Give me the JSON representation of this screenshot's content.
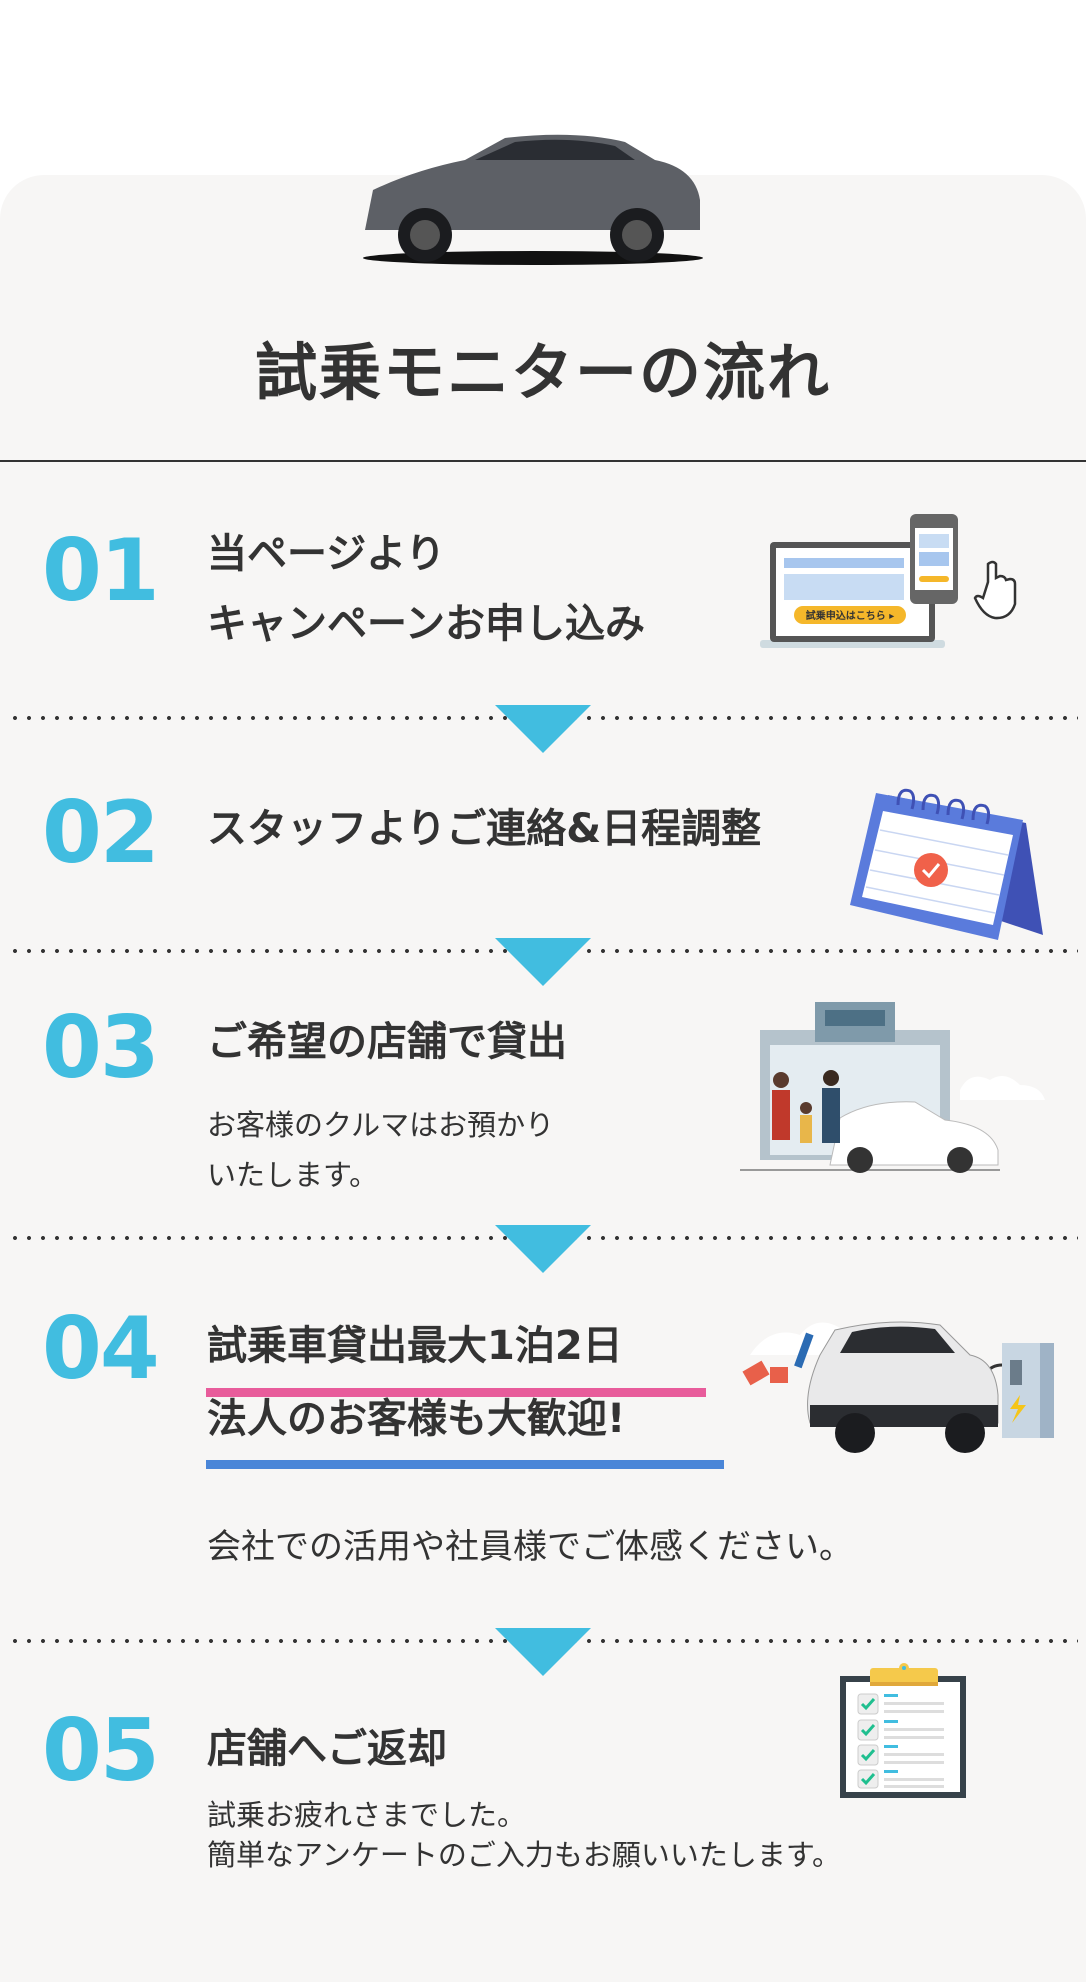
{
  "title": "試乗モニターの流れ",
  "steps": [
    {
      "number": "01",
      "title_lines": [
        "当ページより",
        "キャンペーンお申し込み"
      ],
      "illustration_button": "試乗申込はこちら ▸"
    },
    {
      "number": "02",
      "title": "スタッフよりご連絡&日程調整"
    },
    {
      "number": "03",
      "title": "ご希望の店舗で貸出",
      "description_lines": [
        "お客様のクルマはお預かり",
        "いたします。"
      ]
    },
    {
      "number": "04",
      "title_lines": [
        "試乗車貸出最大1泊2日",
        "法人のお客様も大歓迎!"
      ],
      "description": "会社での活用や社員様でご体感ください。"
    },
    {
      "number": "05",
      "title": "店舗へご返却",
      "description_lines": [
        "試乗お疲れさまでした。",
        "簡単なアンケートのご入力もお願いいたします。"
      ]
    }
  ],
  "colors": {
    "accent": "#41bde0",
    "pink_underline": "#e85c9b",
    "blue_underline": "#4a86d8",
    "card_bg": "#f7f6f5"
  }
}
